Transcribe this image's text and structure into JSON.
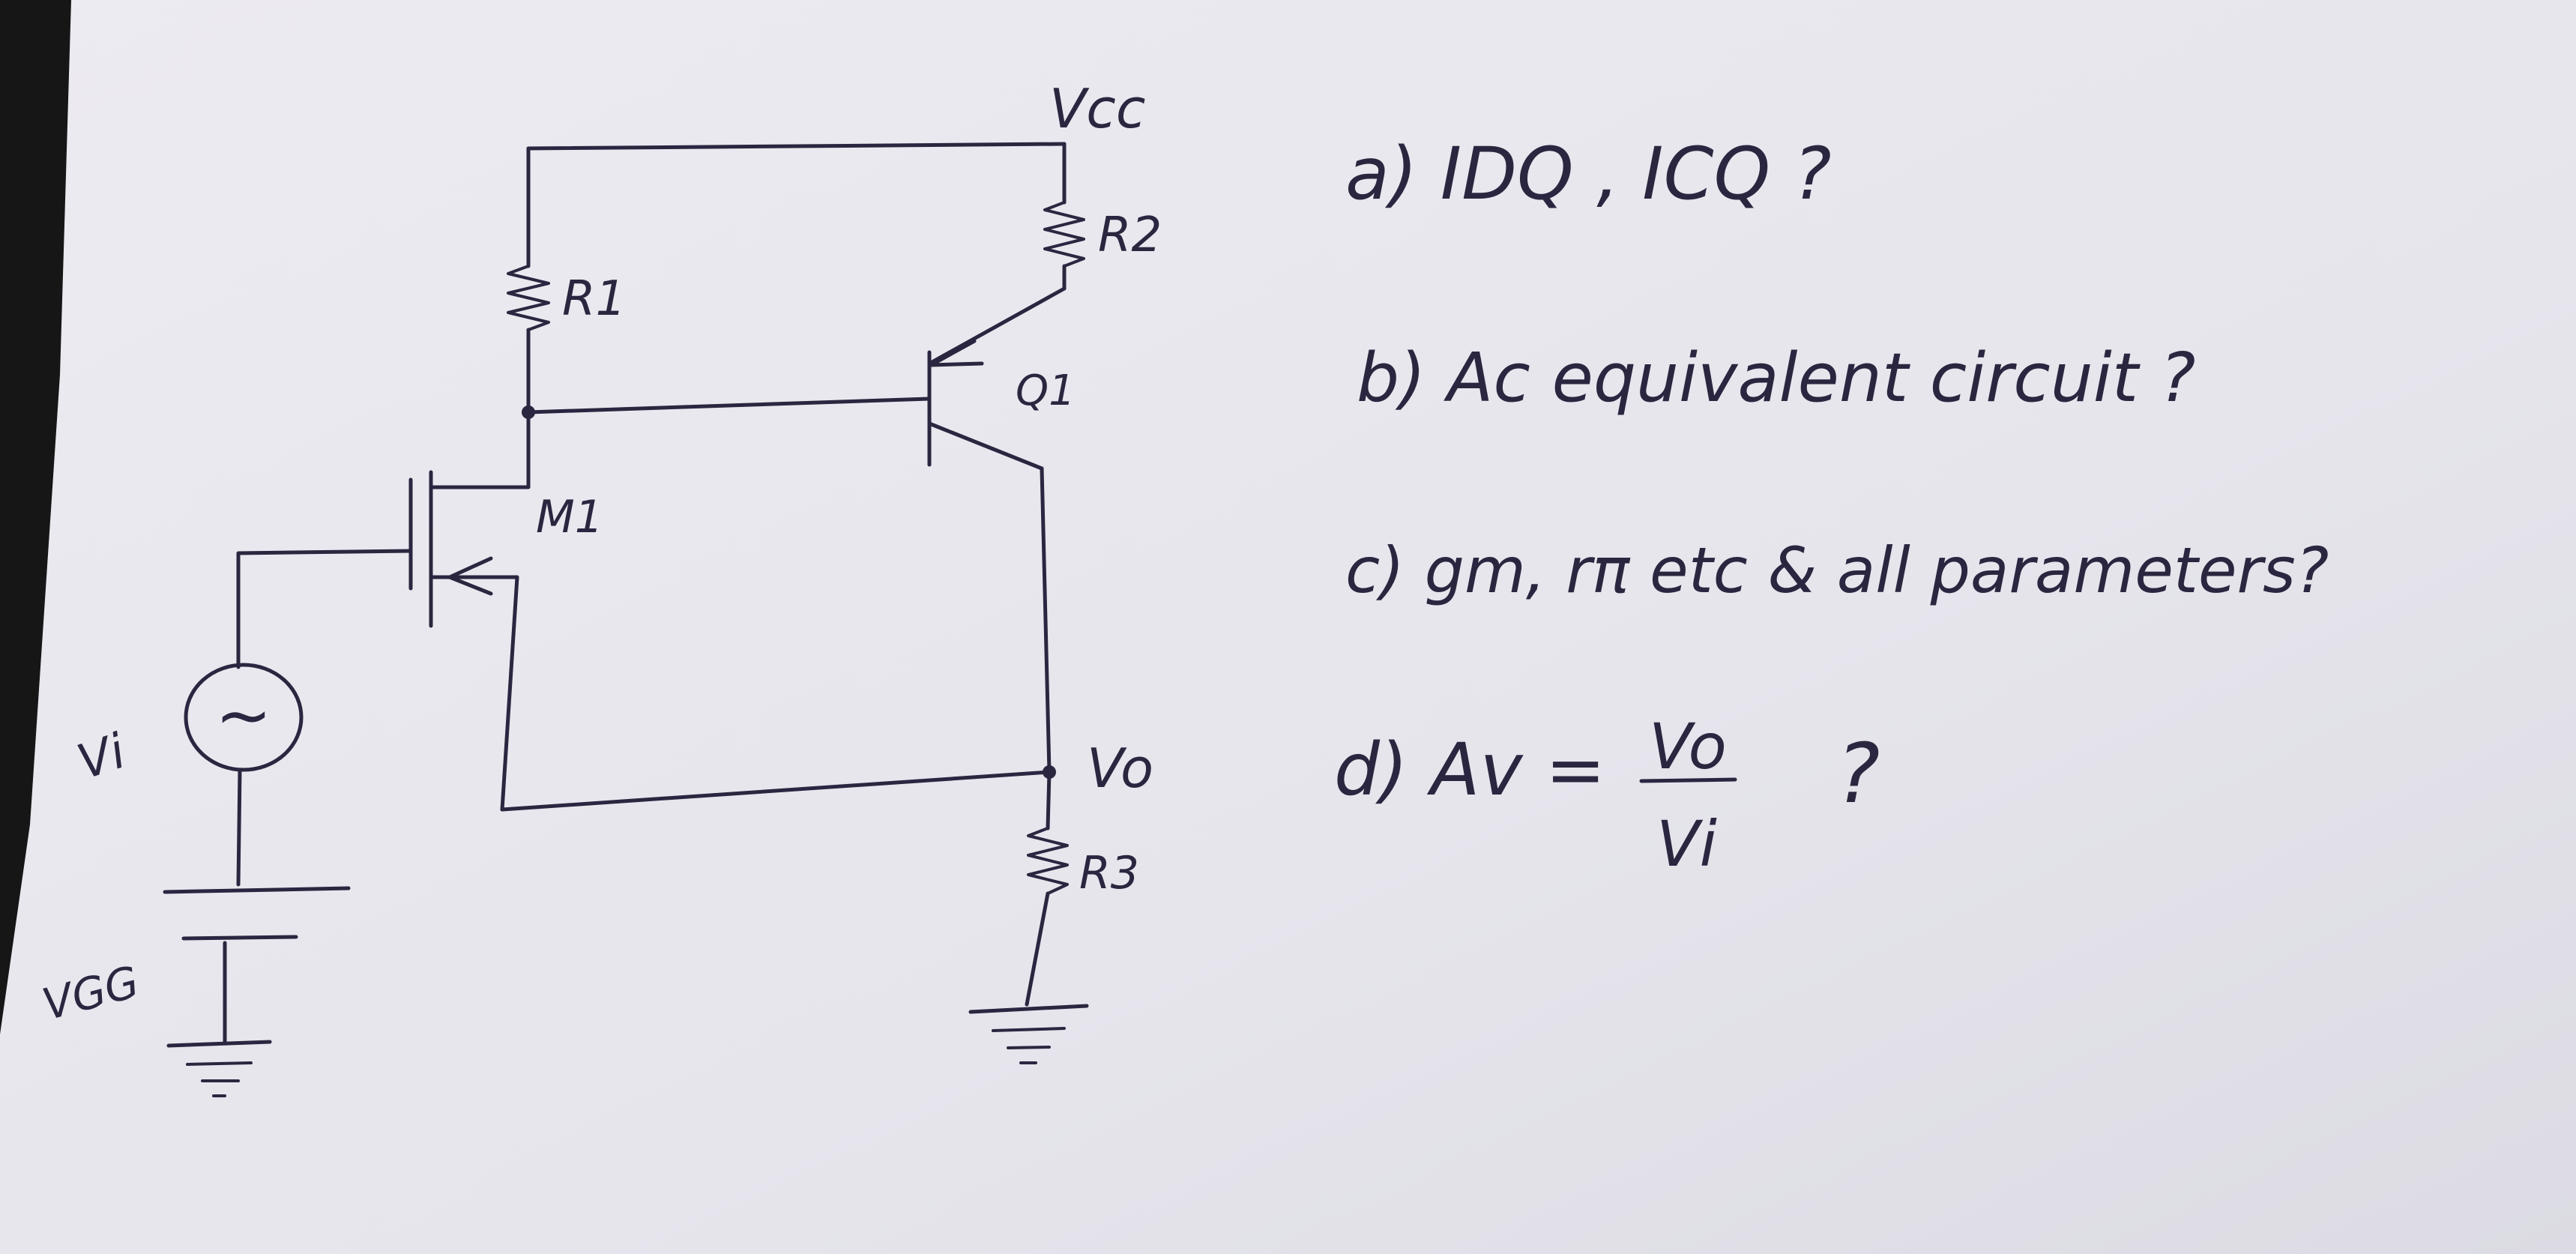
{
  "circuit": {
    "labels": {
      "vcc": "Vcc",
      "r1": "R1",
      "r2": "R2",
      "r3": "R3",
      "q1": "Q1",
      "m1": "M1",
      "vi": "Vi",
      "vo": "Vo",
      "vgg": "VGG",
      "ac_source_symbol": "~"
    }
  },
  "questions": {
    "a": {
      "text": "a) IDQ , ICQ ?"
    },
    "b": {
      "text": "b) Ac equivalent circuit ?"
    },
    "c": {
      "text": "c) gm, rπ etc & all parameters?"
    },
    "d": {
      "prefix": "d) Av =",
      "numerator": "Vo",
      "denominator": "Vi",
      "suffix": "?"
    }
  },
  "colors": {
    "paper": "#e9e8ef",
    "ink": "#2b2640",
    "edge_dark": "#1a1a1a"
  }
}
